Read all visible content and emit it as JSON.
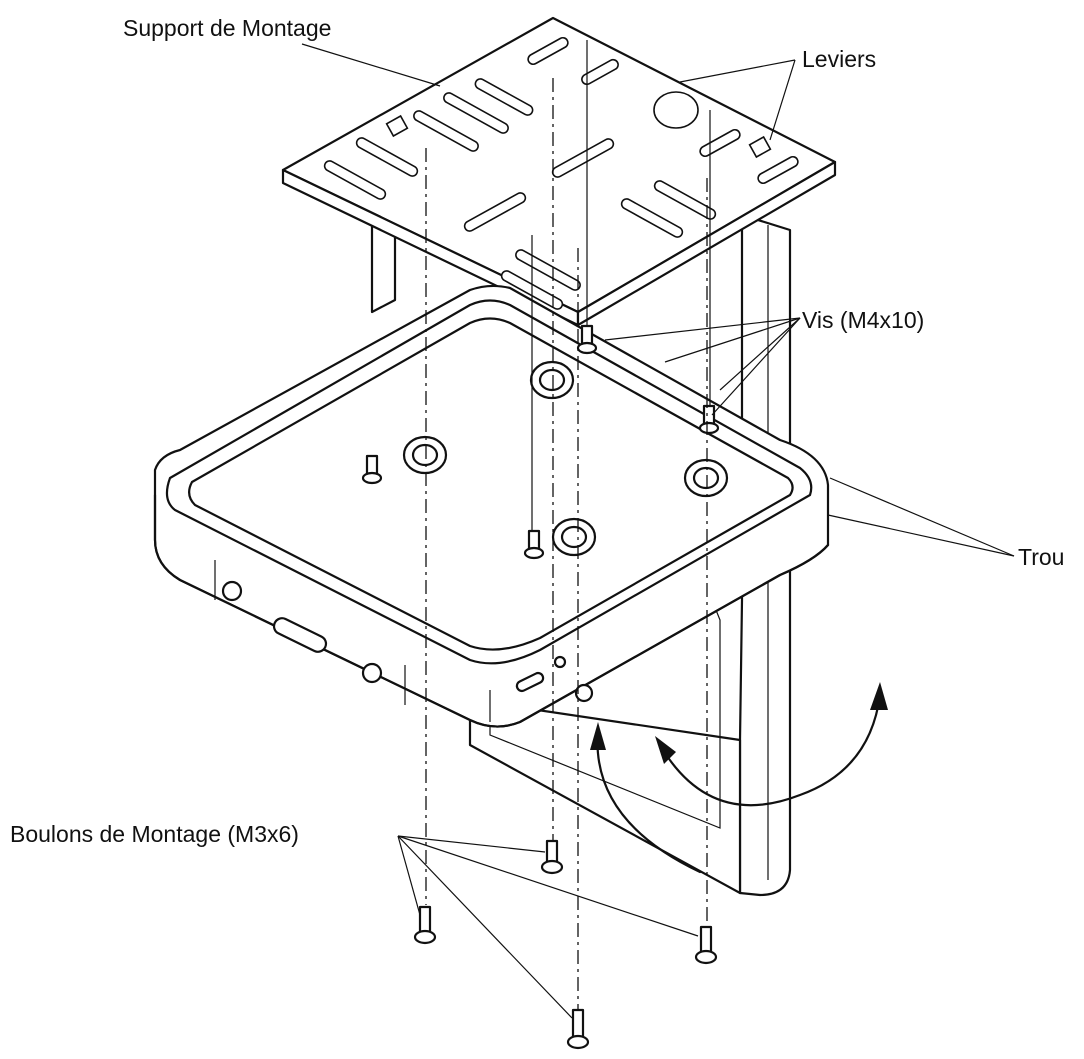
{
  "labels": {
    "support": "Support de Montage",
    "leviers": "Leviers",
    "vis": "Vis (M4x10)",
    "trou": "Trou",
    "boulons": "Boulons de Montage (M3x6)"
  }
}
